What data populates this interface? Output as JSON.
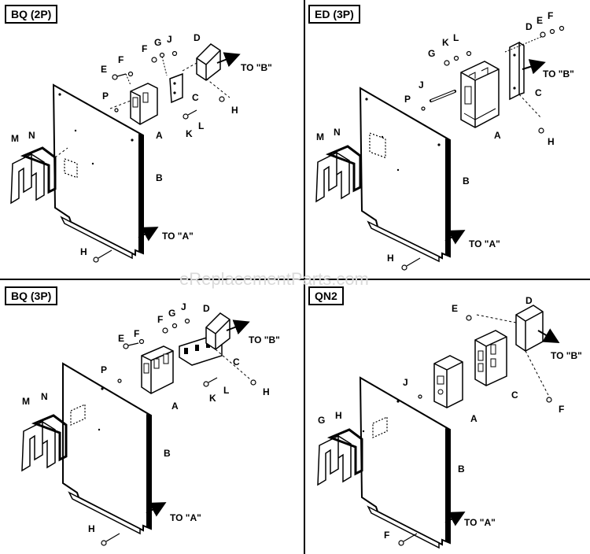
{
  "quadrants": [
    {
      "title": "BQ (2P)",
      "labels": [
        "A",
        "B",
        "C",
        "D",
        "E",
        "F",
        "F",
        "G",
        "J",
        "K",
        "L",
        "H",
        "H",
        "M",
        "N",
        "P"
      ],
      "to_a": "TO \"A\"",
      "to_b": "TO \"B\""
    },
    {
      "title": "ED (3P)",
      "labels": [
        "A",
        "B",
        "C",
        "D",
        "E",
        "F",
        "G",
        "K",
        "L",
        "J",
        "P",
        "H",
        "H",
        "M",
        "N"
      ],
      "to_a": "TO \"A\"",
      "to_b": "TO \"B\""
    },
    {
      "title": "BQ (3P)",
      "labels": [
        "A",
        "B",
        "C",
        "D",
        "E",
        "F",
        "F",
        "G",
        "J",
        "K",
        "L",
        "H",
        "H",
        "M",
        "N",
        "P"
      ],
      "to_a": "TO \"A\"",
      "to_b": "TO \"B\""
    },
    {
      "title": "QN2",
      "labels": [
        "A",
        "B",
        "C",
        "D",
        "E",
        "F",
        "F",
        "J",
        "G",
        "H"
      ],
      "to_a": "TO \"A\"",
      "to_b": "TO \"B\""
    }
  ],
  "watermark": "eReplacementParts.com"
}
